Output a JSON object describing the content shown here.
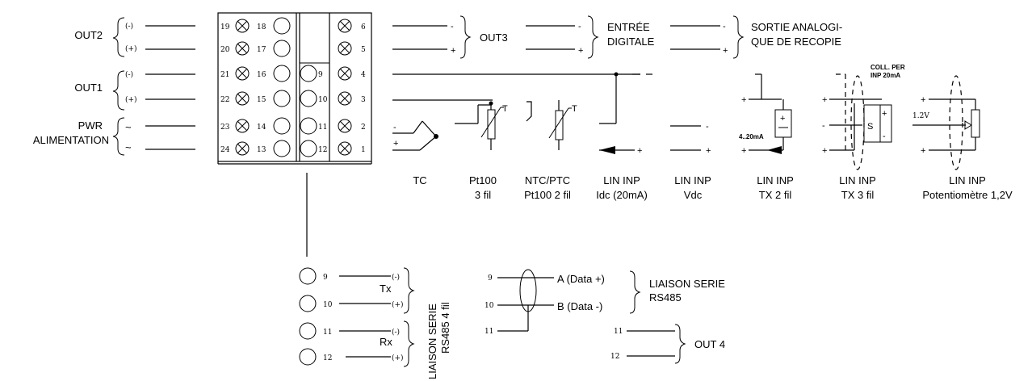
{
  "labels": {
    "out2": "OUT2",
    "out1": "OUT1",
    "pwr": "PWR",
    "alimentation": "ALIMENTATION",
    "out3": "OUT3",
    "entree": "ENTRÉE",
    "digitale": "DIGITALE",
    "sortie1": "SORTIE ANALOGI-",
    "sortie2": "QUE DE RECOPIE",
    "coll1": "COLL. PER",
    "coll2": "INP 20mA",
    "ma": "4..20mA",
    "v12": "1.2V",
    "liaison_vert": "LIAISON SERIE",
    "rs485_4fil": "RS485 4 fil",
    "tx": "Tx",
    "rx": "Rx",
    "data_plus": "A (Data +)",
    "data_minus": "B (Data -)",
    "liaison": "LIAISON SERIE",
    "rs485": "RS485",
    "out4": "OUT 4",
    "minus_paren": "(-)",
    "plus_paren": "(+)",
    "minus": "-",
    "plus": "+",
    "t": "T",
    "s": "S"
  },
  "terminals": {
    "col1": [
      "19",
      "20",
      "21",
      "22",
      "23",
      "24"
    ],
    "col2": [
      "18",
      "17",
      "16",
      "15",
      "14",
      "13"
    ],
    "col3": [
      "9",
      "10",
      "11",
      "12"
    ],
    "col4": [
      "6",
      "5",
      "4",
      "3",
      "2",
      "1"
    ]
  },
  "inputs": [
    {
      "l1": "TC",
      "l2": ""
    },
    {
      "l1": "Pt100",
      "l2": "3 fil"
    },
    {
      "l1": "NTC/PTC",
      "l2": "Pt100 2 fil"
    },
    {
      "l1": "LIN INP",
      "l2": "Idc (20mA)"
    },
    {
      "l1": "LIN INP",
      "l2": "Vdc"
    },
    {
      "l1": "LIN INP",
      "l2": "TX 2 fil"
    },
    {
      "l1": "LIN INP",
      "l2": "TX 3 fil"
    },
    {
      "l1": "LIN INP",
      "l2": "Potentiomètre 1,2V"
    }
  ],
  "serial4": [
    "9",
    "10",
    "11",
    "12"
  ],
  "rs485_pins": [
    "9",
    "10",
    "11"
  ],
  "out4_pins": [
    "11",
    "12"
  ]
}
